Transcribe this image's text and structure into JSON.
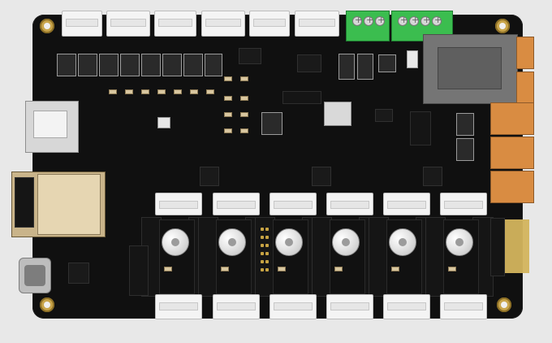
{
  "scene": {
    "description_label": "",
    "colors": {
      "background": "#e8e8e8",
      "pcb": "#101010",
      "gold": "#c9a54b",
      "terminal_green": "#3bbd4f",
      "ethernet_gray": "#757575",
      "connector_white": "#f4f4f4",
      "right_connectors": "#d98c42"
    },
    "icons": [
      "mounting-hole",
      "jst-connector",
      "screw-terminal",
      "ethernet-jack",
      "microsd-slot",
      "wifi-module",
      "usb-c-port",
      "stepper-driver",
      "pin-header",
      "ic-chip",
      "reset-button"
    ]
  }
}
